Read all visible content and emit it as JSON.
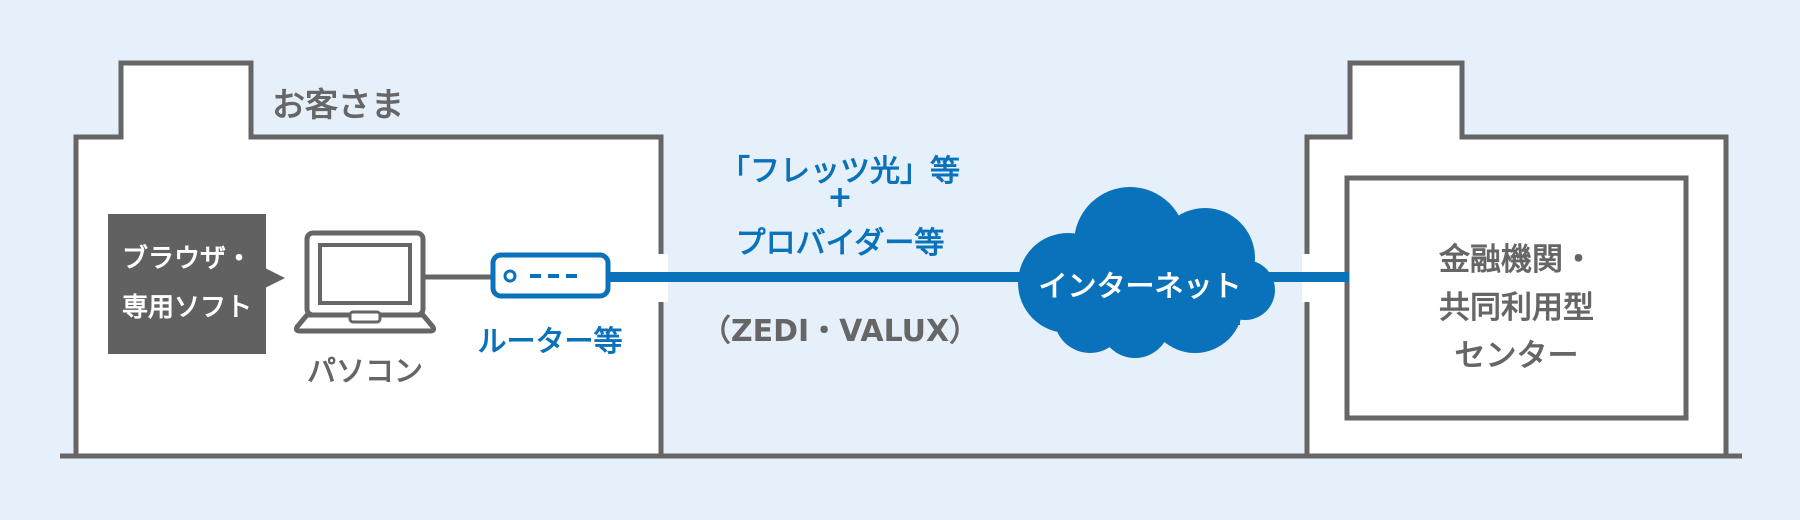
{
  "customer": {
    "label": "お客さま",
    "software_line1": "ブラウザ・",
    "software_line2": "専用ソフト",
    "pc_label": "パソコン",
    "router_label": "ルーター等"
  },
  "connection": {
    "line1": "「フレッツ光」等",
    "plus": "+",
    "line3": "プロバイダー等",
    "note": "（ZEDI・VALUX）"
  },
  "internet": {
    "label": "インターネット"
  },
  "center": {
    "line1": "金融機関・",
    "line2": "共同利用型",
    "line3": "センター"
  },
  "colors": {
    "background": "#e6f0fa",
    "outline": "#666666",
    "accent_blue": "#0a72bb",
    "box_fill": "#ffffff",
    "dark_box": "#616161"
  }
}
